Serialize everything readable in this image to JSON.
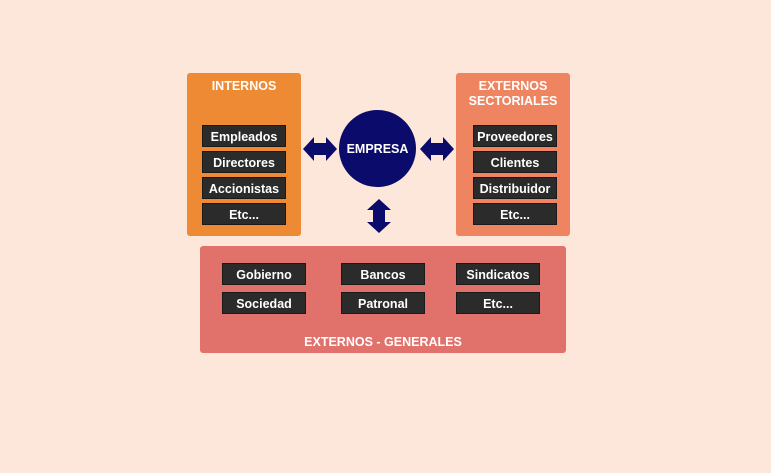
{
  "internos": {
    "title": "INTERNOS",
    "items": [
      "Empleados",
      "Directores",
      "Accionistas",
      "Etc..."
    ]
  },
  "sectoriales": {
    "title_line1": "EXTERNOS",
    "title_line2": "SECTORIALES",
    "items": [
      "Proveedores",
      "Clientes",
      "Distribuidor",
      "Etc..."
    ]
  },
  "center": {
    "label": "EMPRESA"
  },
  "generales": {
    "title": "EXTERNOS - GENERALES",
    "items": [
      "Gobierno",
      "Bancos",
      "Sindicatos",
      "Sociedad",
      "Patronal",
      "Etc..."
    ]
  },
  "colors": {
    "background": "#fde6da",
    "internos": "#ee8a33",
    "sectoriales": "#ef8460",
    "generales": "#e1726b",
    "chip": "#2b2b2b",
    "center": "#0b0b6b"
  }
}
